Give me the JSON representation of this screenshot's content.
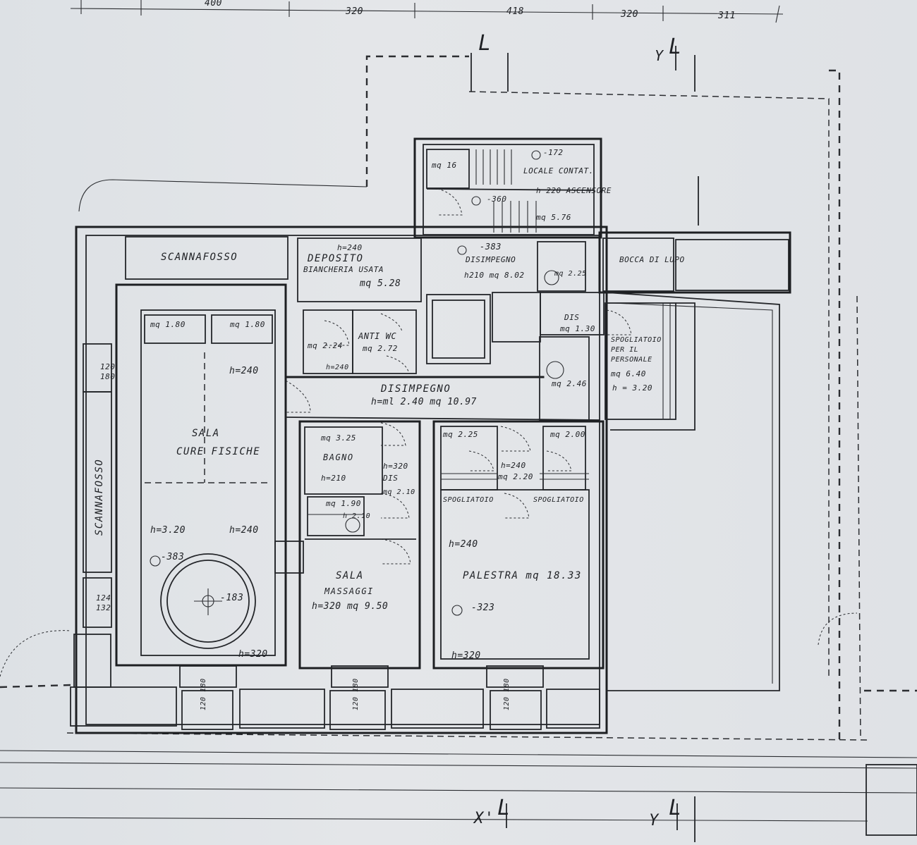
{
  "dimensions": [
    "400",
    "320",
    "418",
    "320",
    "311"
  ],
  "section_marks": {
    "x": "X'",
    "y": "Y"
  },
  "rooms": {
    "scannafosso_top": "SCANNAFOSSO",
    "scannafosso_left": "SCANNAFOSSO",
    "deposito": "DEPOSITO",
    "biancheria": "BIANCHERIA USATA",
    "deposito_area": "mq 5.28",
    "deposito_h": "h=240",
    "disimpegno_small": "DISIMPEGNO",
    "disimpegno_small_area": "h210 mq 8.02",
    "locale_contatori": "LOCALE CONTAT.",
    "ascensore": "h 220 ASCENSORE",
    "ascensore_area": "mq 5.76",
    "stair_area": "mq 16",
    "bocca_di_lupo": "BOCCA DI LUPO",
    "anti_wc": "ANTI WC",
    "anti_wc_area": "mq 2.72",
    "wc_area": "mq 2.24",
    "wc_h": "h=240",
    "dis_small": "DIS",
    "dis_small_area": "mq 1.30",
    "wc2_area": "mq 2.25",
    "wc3_area": "mq 2.46",
    "spogliatoio_personale": "SPOGLIATOIO PER IL PERSONALE",
    "spogliatoio_personale_area": "mq 6.40",
    "spogliatoio_personale_h": "h = 3.20",
    "disimpegno_main": "DISIMPEGNO",
    "disimpegno_main_info": "h=ml 2.40 mq 10.97",
    "sala_cure": "SALA",
    "sala_cure_2": "CURE FISICHE",
    "sala_cure_h_top": "h=240",
    "sala_cure_h1": "h=3.20",
    "sala_cure_h2": "h=240",
    "sala_cure_h3": "h=320",
    "sala_cure_level": "-383",
    "pool_level": "-183",
    "box_left_1": "mq 1.80",
    "box_left_2": "mq 1.80",
    "window_a": "120 180",
    "window_b": "124 132",
    "bagno": "BAGNO",
    "bagno_area": "mq 3.25",
    "bagno_h": "h=210",
    "bagno_dis": "DIS",
    "bagno_h2": "h=320",
    "bagno_mq2": "mq 2.10",
    "doccia_area": "mq 1.90",
    "doccia_h": "h 2.10",
    "sala_massaggi": "SALA",
    "sala_massaggi_2": "MASSAGGI",
    "sala_massaggi_info": "h=320 mq 9.50",
    "spogl_a": "mq 2.25",
    "spogl_b": "mq 2.00",
    "spogl_h": "h=240",
    "spogl_mq": "mq 2.20",
    "spogliatoio_1": "SPOGLIATOIO",
    "spogliatoio_2": "SPOGLIATOIO",
    "palestra": "PALESTRA mq 18.33",
    "palestra_h": "h=240",
    "palestra_h2": "h=320",
    "palestra_level": "-323",
    "level_383_top": "-383",
    "level_172": "-172",
    "level_360": "-360",
    "win_1": "120 180",
    "win_2": "120 180",
    "win_3": "120 180"
  }
}
